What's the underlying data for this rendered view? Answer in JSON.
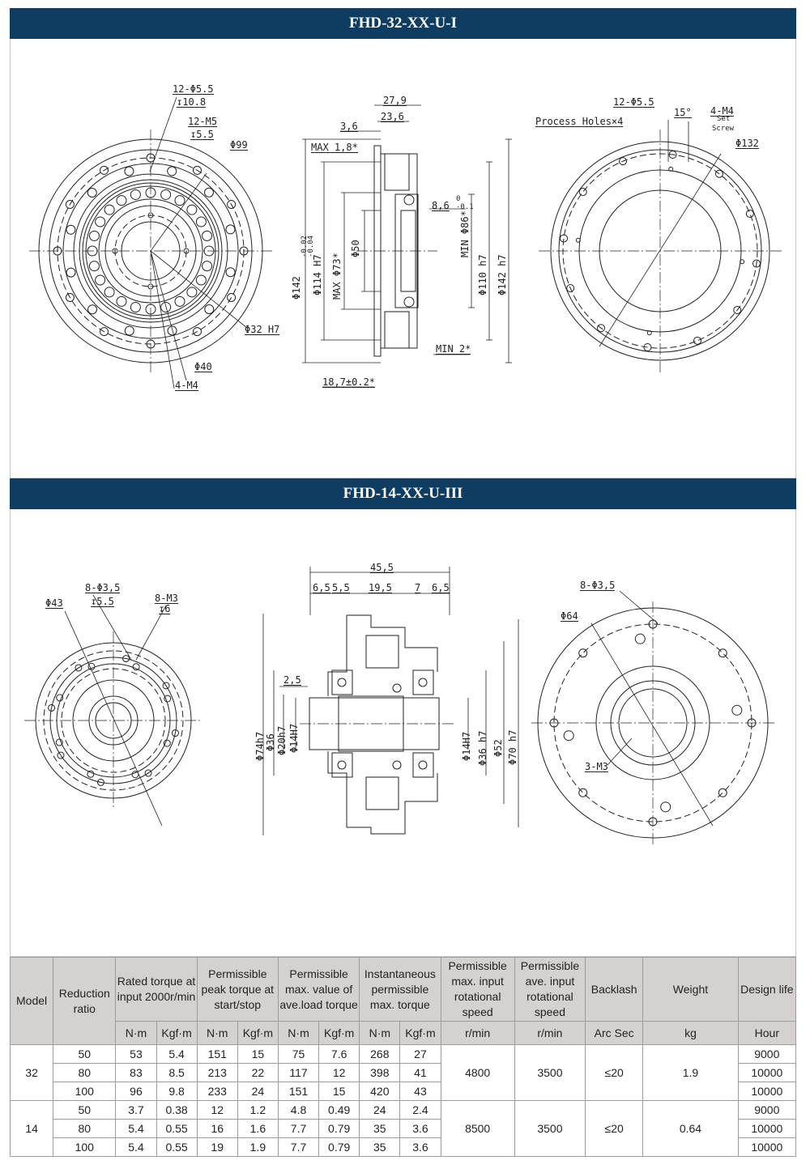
{
  "sections": [
    {
      "title": "FHD-32-XX-U-I",
      "labels": [
        "12-Φ5.5",
        "↧10.8",
        "12-M5",
        "↧5.5",
        "Φ99",
        "Φ32 H7",
        "Φ40",
        "4-M4",
        "27,9",
        "23,6",
        "3,6",
        "MAX 1,8*",
        "8,6",
        "0",
        "-0.1",
        "MIN 2*",
        "18,7±0.2*",
        "Φ142",
        "-0.02",
        "-0.04",
        "Φ114 H7",
        "MAX Φ73*",
        "Φ50",
        "MIN Φ86*",
        "Φ110 h7",
        "Φ142 h7",
        "12-Φ5.5",
        "15°",
        "4-M4",
        "Set",
        "Screw",
        "Process Holes×4",
        "Φ132"
      ]
    },
    {
      "title": "FHD-14-XX-U-III",
      "labels": [
        "Φ43",
        "8-Φ3,5",
        "↧5.5",
        "8-M3",
        "↧6",
        "45,5",
        "6,5",
        "5,5",
        "19,5",
        "7",
        "6,5",
        "2,5",
        "Φ74h7",
        "Φ36",
        "Φ20h7",
        "Φ14H7",
        "Φ14H7",
        "Φ36 h7",
        "Φ52",
        "Φ70 h7",
        "8-Φ3,5",
        "Φ64",
        "3-M3"
      ]
    }
  ],
  "table": {
    "headers": [
      "Model",
      "Reduction ratio",
      "Rated torque at input 2000r/min",
      "Permissible peak torque at start/stop",
      "Permissible max. value of ave.load torque",
      "Instantaneous permissible max. torque",
      "Permissible max. input rotational speed",
      "Permissible ave. input rotational speed",
      "Backlash",
      "Weight",
      "Design life"
    ],
    "units": [
      "N·m",
      "Kgf·m",
      "N·m",
      "Kgf·m",
      "N·m",
      "Kgf·m",
      "N·m",
      "Kgf·m",
      "r/min",
      "r/min",
      "Arc Sec",
      "kg",
      "Hour"
    ],
    "groups": [
      {
        "model": "32",
        "max_speed": "4800",
        "ave_speed": "3500",
        "backlash": "≤20",
        "weight": "1.9",
        "rows": [
          [
            "50",
            "53",
            "5.4",
            "151",
            "15",
            "75",
            "7.6",
            "268",
            "27",
            "9000"
          ],
          [
            "80",
            "83",
            "8.5",
            "213",
            "22",
            "117",
            "12",
            "398",
            "41",
            "10000"
          ],
          [
            "100",
            "96",
            "9.8",
            "233",
            "24",
            "151",
            "15",
            "420",
            "43",
            "10000"
          ]
        ]
      },
      {
        "model": "14",
        "max_speed": "8500",
        "ave_speed": "3500",
        "backlash": "≤20",
        "weight": "0.64",
        "rows": [
          [
            "50",
            "3.7",
            "0.38",
            "12",
            "1.2",
            "4.8",
            "0.49",
            "24",
            "2.4",
            "9000"
          ],
          [
            "80",
            "5.4",
            "0.55",
            "16",
            "1.6",
            "7.7",
            "0.79",
            "35",
            "3.6",
            "10000"
          ],
          [
            "100",
            "5.4",
            "0.55",
            "19",
            "1.9",
            "7.7",
            "0.79",
            "35",
            "3.6",
            "10000"
          ]
        ]
      }
    ]
  }
}
